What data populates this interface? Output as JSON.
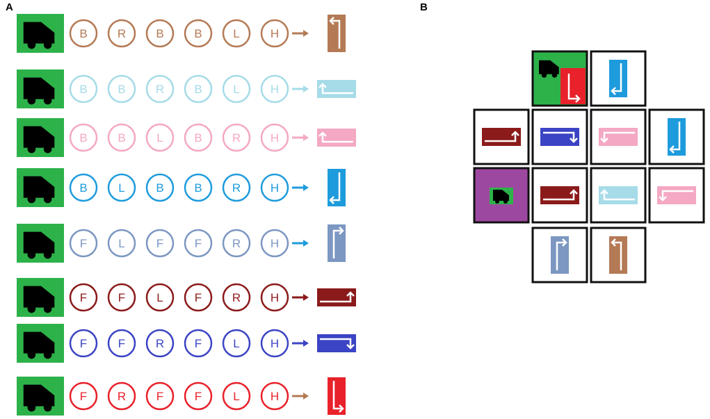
{
  "panels": {
    "a_label": "A",
    "b_label": "B"
  },
  "colors": {
    "green": "#2db24a",
    "purple": "#9d48a0",
    "red_cell": "#e8212a"
  },
  "icons": {
    "truck": "truck-icon",
    "arrow": "arrow-right-icon",
    "turn_card": "turn-direction-card"
  },
  "rows": [
    {
      "letters": [
        "B",
        "R",
        "B",
        "B",
        "L",
        "H"
      ],
      "circle_color": "#b47a55",
      "arrow_color": "#b47a55",
      "card_color": "#b47a55",
      "turn": "up-left"
    },
    {
      "letters": [
        "B",
        "B",
        "R",
        "B",
        "L",
        "H"
      ],
      "circle_color": "#a6dbe8",
      "arrow_color": "#a6dbe8",
      "card_color": "#a6dbe8",
      "turn": "left-up"
    },
    {
      "letters": [
        "B",
        "B",
        "L",
        "B",
        "R",
        "H"
      ],
      "circle_color": "#f4a8c4",
      "arrow_color": "#f4a8c4",
      "card_color": "#f4a8c4",
      "turn": "left-up"
    },
    {
      "letters": [
        "B",
        "L",
        "B",
        "B",
        "R",
        "H"
      ],
      "circle_color": "#1e9bdc",
      "arrow_color": "#1e9bdc",
      "card_color": "#1e9bdc",
      "turn": "down-left"
    },
    {
      "letters": [
        "F",
        "L",
        "F",
        "F",
        "R",
        "H"
      ],
      "circle_color": "#7c97c2",
      "arrow_color": "#1e9bdc",
      "card_color": "#7c97c2",
      "turn": "up-right"
    },
    {
      "letters": [
        "F",
        "F",
        "L",
        "F",
        "R",
        "H"
      ],
      "circle_color": "#8b1a1a",
      "arrow_color": "#8b1a1a",
      "card_color": "#8b1a1a",
      "turn": "right-up"
    },
    {
      "letters": [
        "F",
        "F",
        "R",
        "F",
        "L",
        "H"
      ],
      "circle_color": "#3b44c4",
      "arrow_color": "#3b44c4",
      "card_color": "#3b44c4",
      "turn": "right-down"
    },
    {
      "letters": [
        "F",
        "R",
        "F",
        "F",
        "L",
        "H"
      ],
      "circle_color": "#e8212a",
      "arrow_color": "#b47a55",
      "card_color": "#e8212a",
      "turn": "down-right"
    }
  ],
  "grid_cells": [
    {
      "type": "start",
      "card_color": "#e8212a",
      "turn": "down-right"
    },
    {
      "type": "card",
      "card_color": "#1e9bdc",
      "turn": "down-left"
    },
    {
      "type": "card",
      "card_color": "#8b1a1a",
      "turn": "right-up"
    },
    {
      "type": "card",
      "card_color": "#3b44c4",
      "turn": "right-down"
    },
    {
      "type": "card",
      "card_color": "#f4a8c4",
      "turn": "left-down"
    },
    {
      "type": "card",
      "card_color": "#1e9bdc",
      "turn": "down-left"
    },
    {
      "type": "home"
    },
    {
      "type": "card",
      "card_color": "#8b1a1a",
      "turn": "right-up"
    },
    {
      "type": "card",
      "card_color": "#a6dbe8",
      "turn": "left-up"
    },
    {
      "type": "card",
      "card_color": "#f4a8c4",
      "turn": "left-down"
    },
    {
      "type": "card",
      "card_color": "#7c97c2",
      "turn": "up-right"
    },
    {
      "type": "card",
      "card_color": "#b47a55",
      "turn": "up-left"
    }
  ]
}
